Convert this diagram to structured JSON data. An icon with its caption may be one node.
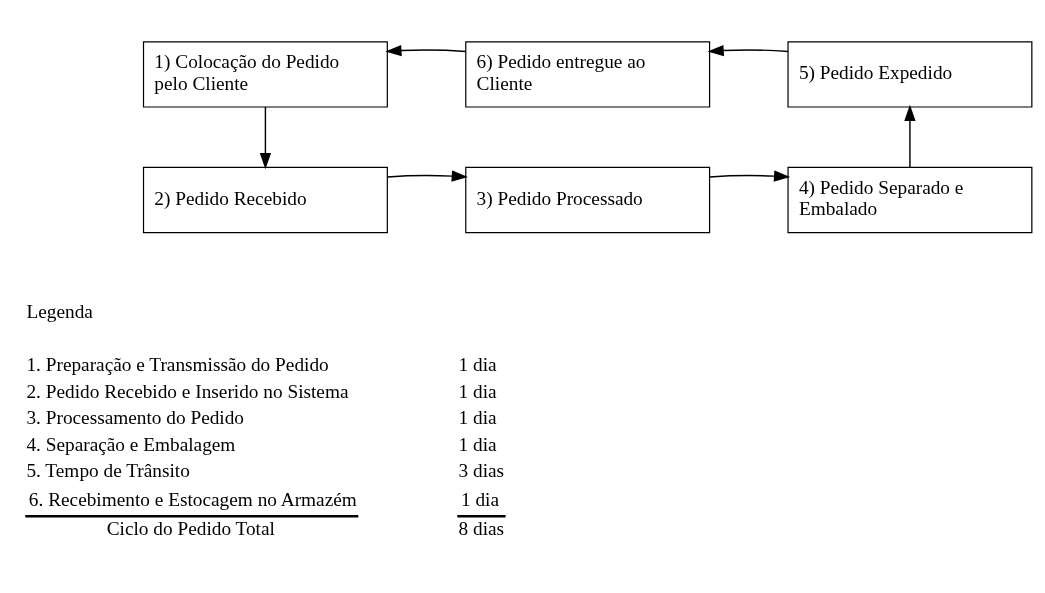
{
  "diagram": {
    "nodes": [
      {
        "text": [
          "1) Colocação do Pedido pelo Cliente"
        ]
      },
      {
        "text": [
          "6) Pedido entregue ao Cliente"
        ]
      },
      {
        "text": [
          "5) Pedido Expedido"
        ]
      },
      {
        "text": [
          "2) Pedido Recebido"
        ]
      },
      {
        "text": [
          "3) Pedido Processado"
        ]
      },
      {
        "text": [
          "4) Pedido Separado e Embalado"
        ]
      }
    ],
    "edges": [
      {
        "from": 1,
        "to": 0,
        "arrow": "to"
      },
      {
        "from": 2,
        "to": 1,
        "arrow": "to"
      },
      {
        "from": 0,
        "to": 3,
        "arrow": "to"
      },
      {
        "from": 3,
        "to": 4,
        "arrow": "to"
      },
      {
        "from": 4,
        "to": 5,
        "arrow": "to"
      },
      {
        "from": 5,
        "to": 2,
        "arrow": "to"
      }
    ],
    "labels": [
      "Legenda",
      "1. Preparação e Transmissão do Pedido",
      "1 dia",
      "2. Pedido Recebido e Inserido no Sistema",
      "1 dia",
      "3. Processamento do Pedido",
      "1 dia",
      "4. Separação e Embalagem",
      "1 dia",
      "5. Tempo de Trânsito",
      "3 dias",
      "6. Recebimento e Estocagem no Armazém",
      "1 dia",
      "Ciclo do Pedido Total",
      "8 dias"
    ]
  }
}
